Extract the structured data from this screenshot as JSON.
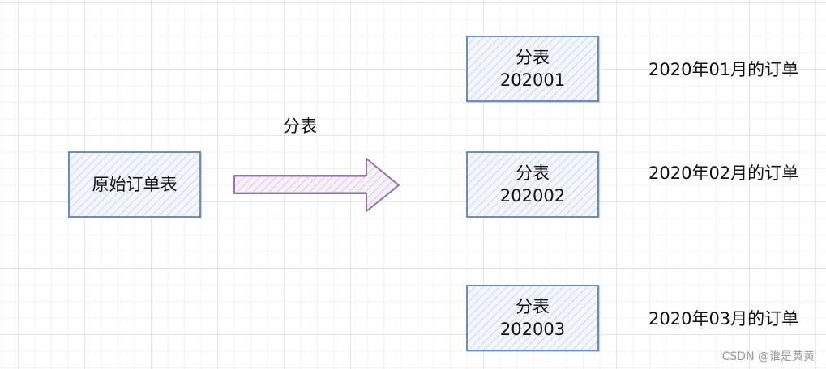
{
  "source": {
    "label": "原始订单表"
  },
  "arrow": {
    "label": "分表",
    "stroke_color": "#9673a6",
    "fill_color": "#e1d5e7"
  },
  "tables": [
    {
      "title": "分表",
      "suffix": "202001",
      "note": "2020年01月的订单"
    },
    {
      "title": "分表",
      "suffix": "202002",
      "note": "2020年02月的订单"
    },
    {
      "title": "分表",
      "suffix": "202003",
      "note": "2020年03月的订单"
    }
  ],
  "box_style": {
    "stroke_color": "#6c8ebf",
    "fill_color": "#dae8fc"
  },
  "watermark": "CSDN @谁是黄黄"
}
